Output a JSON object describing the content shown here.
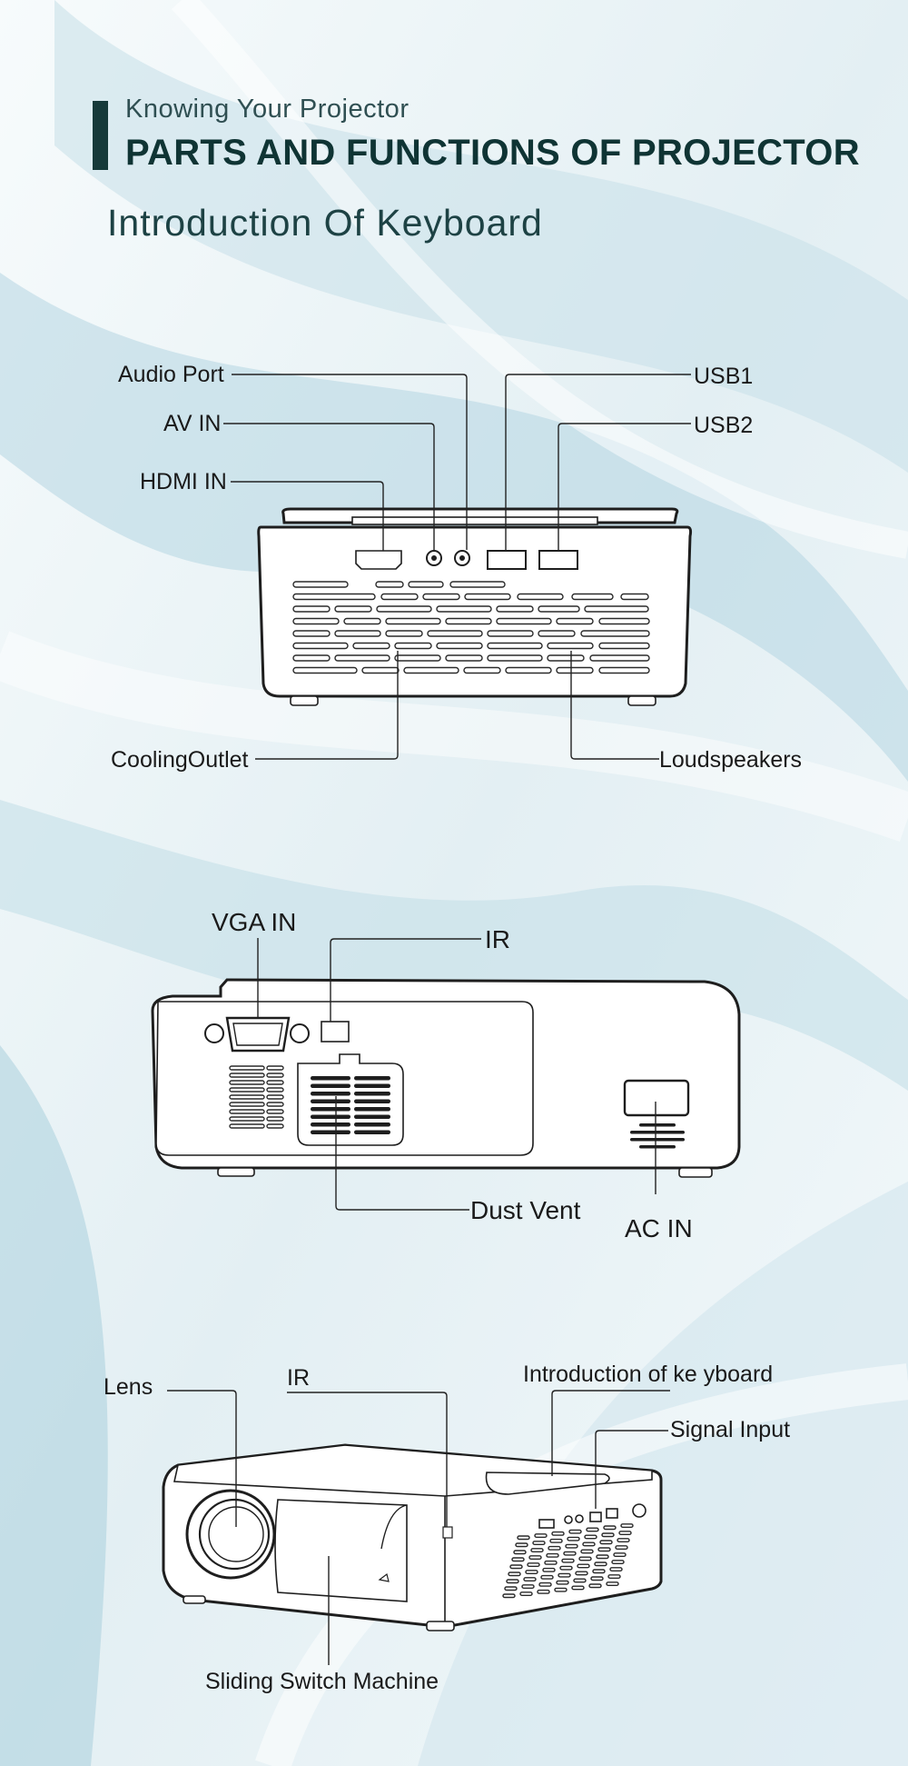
{
  "header": {
    "subtitle": "Knowing Your Projector",
    "title": "PARTS AND FUNCTIONS OF PROJECTOR",
    "section": "Introduction Of Keyboard"
  },
  "back_view": {
    "audio_port": "Audio Port",
    "av_in": "AV IN",
    "hdmi_in": "HDMI IN",
    "usb1": "USB1",
    "usb2": "USB2",
    "cooling_outlet": "CoolingOutlet",
    "loudspeakers": "Loudspeakers"
  },
  "side_view": {
    "vga_in": "VGA  IN",
    "ir": "IR",
    "dust_vent": "Dust Vent",
    "ac_in": "AC  IN"
  },
  "front_view": {
    "lens": "Lens",
    "ir": "IR",
    "keyboard": "Introduction of ke yboard",
    "signal_input": "Signal Input",
    "sliding_switch": "Sliding Switch Machine"
  },
  "colors": {
    "header_accent": "#163a3a",
    "title_text": "#0f3434",
    "background_tint": "#bcd9e3"
  }
}
